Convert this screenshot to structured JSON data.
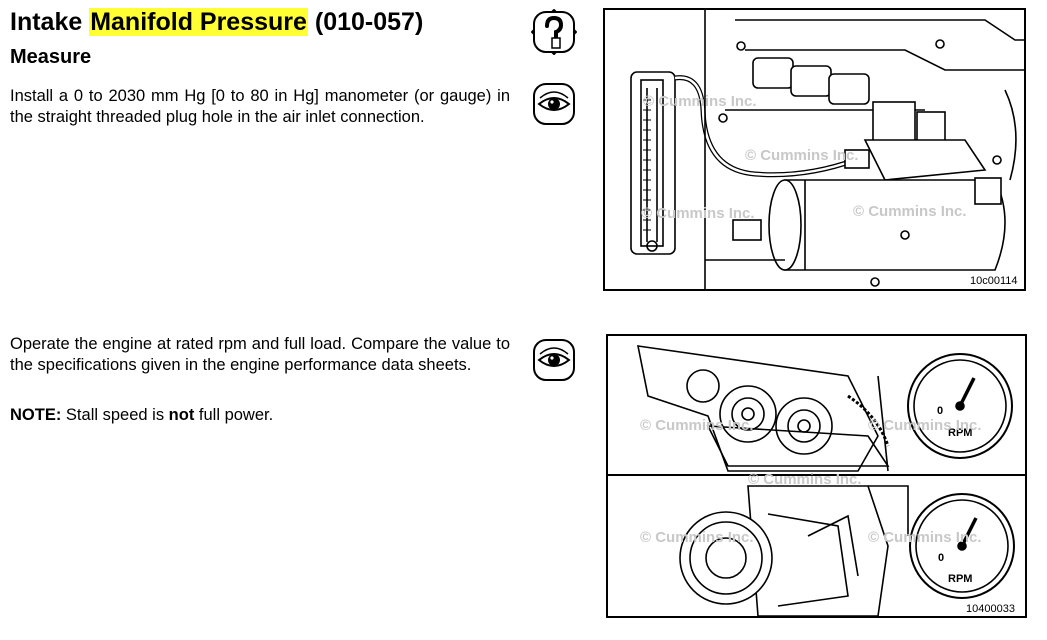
{
  "heading": {
    "prefix": "Intake ",
    "highlight": "Manifold Pressure",
    "suffix": " (010-057)",
    "subtitle": "Measure"
  },
  "step1": {
    "text": "Install a 0 to 2030 mm Hg [0 to 80 in Hg] manometer (or gauge) in the straight threaded plug hole in the air inlet connection.",
    "icons": [
      "question-tool-icon",
      "eye-icon"
    ],
    "figure_id": "10c00114",
    "watermark": "© Cummins Inc."
  },
  "step2": {
    "text": "Operate the engine at rated rpm and full load. Compare the value to the specifications given in the engine performance data sheets.",
    "note_label": "NOTE:",
    "note_text_1": " Stall speed is ",
    "note_bold": "not",
    "note_text_2": " full power.",
    "icons": [
      "eye-icon"
    ],
    "figure_id": "10400033",
    "watermark": "© Cummins Inc.",
    "gauge_label": "RPM",
    "gauge_zero": "0"
  }
}
